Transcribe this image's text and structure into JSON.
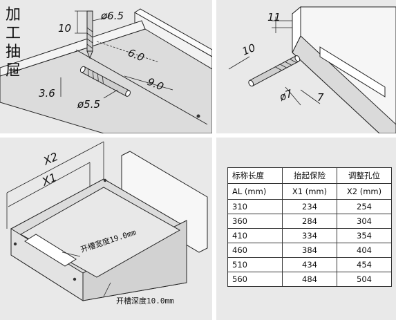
{
  "panel1": {
    "title": "加工抽屉",
    "dims": {
      "d1": "ø6.5",
      "d2": "10",
      "d3": "6.0",
      "d4": "3.6",
      "d5": "9.0",
      "d6": "ø5.5"
    }
  },
  "panel2": {
    "dims": {
      "d1": "11",
      "d2": "10",
      "d3": "ø7",
      "d4": "7"
    }
  },
  "panel3": {
    "dims": {
      "x2": "X2",
      "x1": "X1",
      "groove_width": "开槽宽度19.0mm",
      "groove_depth": "开槽深度10.0mm"
    }
  },
  "table": {
    "headers": [
      {
        "line1": "标称长度",
        "line2": "AL (mm)"
      },
      {
        "line1": "抬起保险",
        "line2": "X1 (mm)"
      },
      {
        "line1": "调整孔位",
        "line2": "X2 (mm)"
      }
    ],
    "rows": [
      [
        "310",
        "234",
        "254"
      ],
      [
        "360",
        "284",
        "304"
      ],
      [
        "410",
        "334",
        "354"
      ],
      [
        "460",
        "384",
        "404"
      ],
      [
        "510",
        "434",
        "454"
      ],
      [
        "560",
        "484",
        "504"
      ]
    ]
  }
}
